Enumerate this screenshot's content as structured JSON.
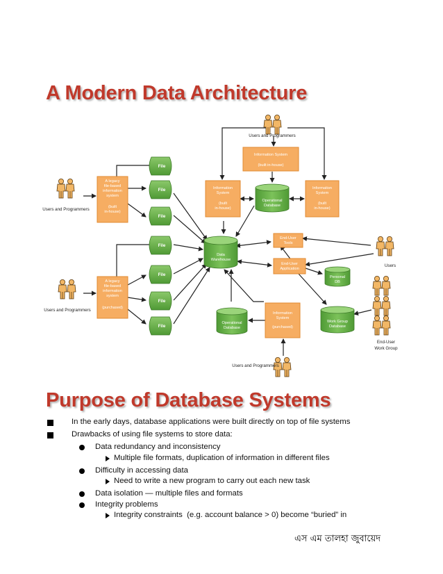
{
  "title": "A Modern Data Architecture",
  "diagram": {
    "users_programmers": "Users and Programmers",
    "users": "Users",
    "end_user_group": [
      "End-User",
      "Work Group"
    ],
    "file": "File",
    "legacy_inhouse": [
      "A legacy",
      "file-based",
      "information",
      "system",
      "",
      "(built",
      "in-house)"
    ],
    "legacy_purchased": [
      "A legacy",
      "file-based",
      "information",
      "system",
      "",
      "(purchased)"
    ],
    "info_sys_top": [
      "Information System",
      "",
      "(built in-house)"
    ],
    "info_sys_left": [
      "Information",
      "System",
      "",
      "(built",
      "in-house)"
    ],
    "info_sys_right": [
      "Information",
      "System",
      "",
      "(built",
      "in-house)"
    ],
    "info_sys_bottom": [
      "Information",
      "System",
      "",
      "(purchased)"
    ],
    "operational_db": [
      "Operational",
      "Database"
    ],
    "data_warehouse": [
      "Data",
      "Warehouse"
    ],
    "end_user_tools": [
      "End-User",
      "Tools"
    ],
    "end_user_app": [
      "End-User",
      "Application"
    ],
    "personal_db": [
      "Personal",
      "DB"
    ],
    "work_group_db": [
      "Work Group",
      "Database"
    ]
  },
  "section2": {
    "title": "Purpose of Database Systems",
    "items": [
      {
        "level": 1,
        "text": "In the early days, database applications were built directly on top of file systems"
      },
      {
        "level": 1,
        "text": "Drawbacks of using file systems to store data:"
      },
      {
        "level": 2,
        "text": "Data redundancy and inconsistency"
      },
      {
        "level": 3,
        "text": "Multiple file formats, duplication of information in different files"
      },
      {
        "level": 2,
        "text": "Difficulty in accessing data"
      },
      {
        "level": 3,
        "text": "Need to write a new program to carry out each new task"
      },
      {
        "level": 2,
        "text": "Data isolation — multiple files and formats"
      },
      {
        "level": 2,
        "text": "Integrity problems"
      },
      {
        "level": 3,
        "text": "Integrity constraints  (e.g. account balance > 0) become “buried” in"
      }
    ]
  },
  "footer": "এস এম তালহা জুবায়েদ"
}
